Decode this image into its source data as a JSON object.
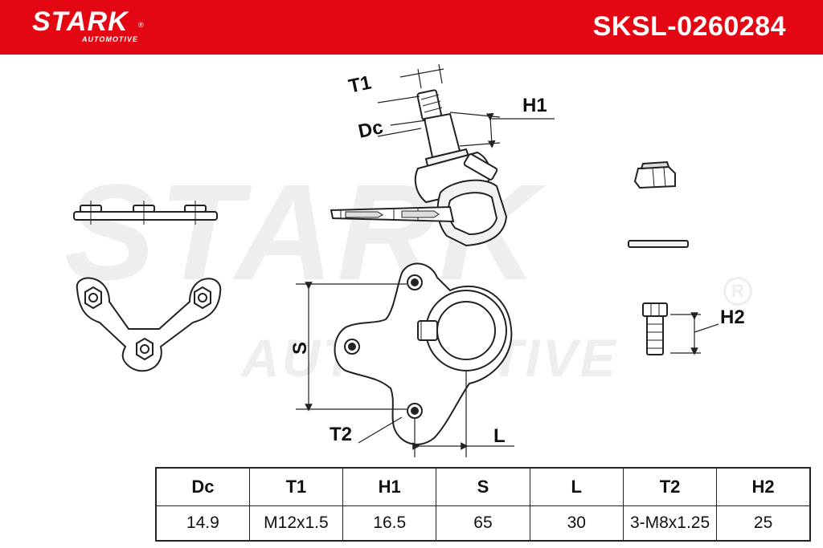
{
  "header": {
    "brand": "STARK",
    "brand_sub": "AUTOMOTIVE",
    "brand_reg": "®",
    "part_number": "SKSL-0260284",
    "brand_color": "#e30613"
  },
  "watermark": {
    "main": "STARK",
    "sub": "AUTOMOTIVE",
    "reg": "R"
  },
  "dimension_labels": {
    "t1": "T1",
    "dc": "Dc",
    "h1": "H1",
    "s": "S",
    "t2": "T2",
    "l": "L",
    "h2": "H2"
  },
  "specs_table": {
    "headers": [
      "Dc",
      "T1",
      "H1",
      "S",
      "L",
      "T2",
      "H2"
    ],
    "values": [
      "14.9",
      "M12x1.5",
      "16.5",
      "65",
      "30",
      "3-M8x1.25",
      "25"
    ]
  }
}
